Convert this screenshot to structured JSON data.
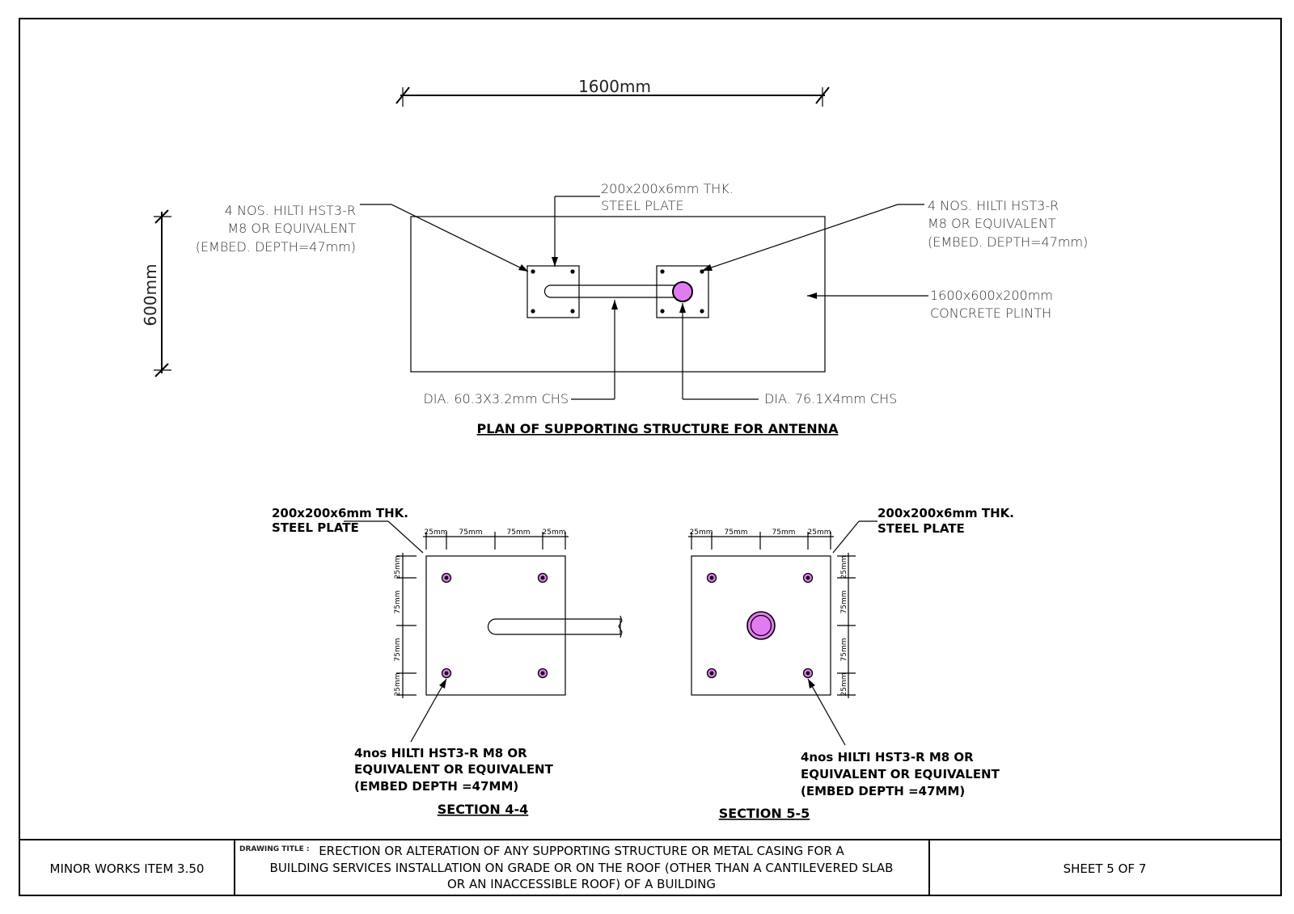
{
  "colors": {
    "plinth": "#e2f56b",
    "plate": "#e17cf0",
    "line": "#000000"
  },
  "plan": {
    "dim_width": "1600mm",
    "dim_height": "600mm",
    "anchor_left": [
      "4 NOS. HILTI HST3-R",
      "M8 OR EQUIVALENT",
      "(EMBED. DEPTH=47mm)"
    ],
    "plate_label": [
      "200x200x6mm THK.",
      "STEEL PLATE"
    ],
    "anchor_right": [
      "4 NOS. HILTI HST3-R",
      "M8 OR EQUIVALENT",
      "(EMBED. DEPTH=47mm)"
    ],
    "plinth_label": [
      "1600x600x200mm",
      "CONCRETE PLINTH"
    ],
    "chs_small": "DIA. 60.3X3.2mm CHS",
    "chs_large": "DIA. 76.1X4mm CHS",
    "title": "PLAN OF SUPPORTING STRUCTURE FOR ANTENNA"
  },
  "section44": {
    "plate_label": [
      "200x200x6mm THK.",
      "STEEL PLATE"
    ],
    "dims_top": [
      "25mm",
      "75mm",
      "75mm",
      "25mm"
    ],
    "dims_side": [
      "25mm",
      "75mm",
      "75mm",
      "25mm"
    ],
    "anchor_label": [
      "4nos HILTI HST3-R M8 OR",
      "EQUIVALENT OR EQUIVALENT",
      "(EMBED DEPTH =47MM)"
    ],
    "title": "SECTION 4-4"
  },
  "section55": {
    "plate_label": [
      "200x200x6mm THK.",
      "STEEL PLATE"
    ],
    "dims_top": [
      "25mm",
      "75mm",
      "75mm",
      "25mm"
    ],
    "dims_side": [
      "25mm",
      "75mm",
      "75mm",
      "25mm"
    ],
    "anchor_label": [
      "4nos HILTI HST3-R M8 OR",
      "EQUIVALENT OR EQUIVALENT",
      "(EMBED DEPTH =47MM)"
    ],
    "title": "SECTION 5-5"
  },
  "title_block": {
    "item": "MINOR WORKS ITEM 3.50",
    "drawing_title_label": "DRAWING TITLE :",
    "drawing_title": [
      "ERECTION OR ALTERATION OF ANY SUPPORTING STRUCTURE OR METAL CASING FOR A",
      "BUILDING SERVICES INSTALLATION ON GRADE OR ON THE ROOF (OTHER THAN A CANTILEVERED SLAB",
      "OR AN INACCESSIBLE ROOF) OF A BUILDING"
    ],
    "sheet": "SHEET 5 OF 7"
  }
}
